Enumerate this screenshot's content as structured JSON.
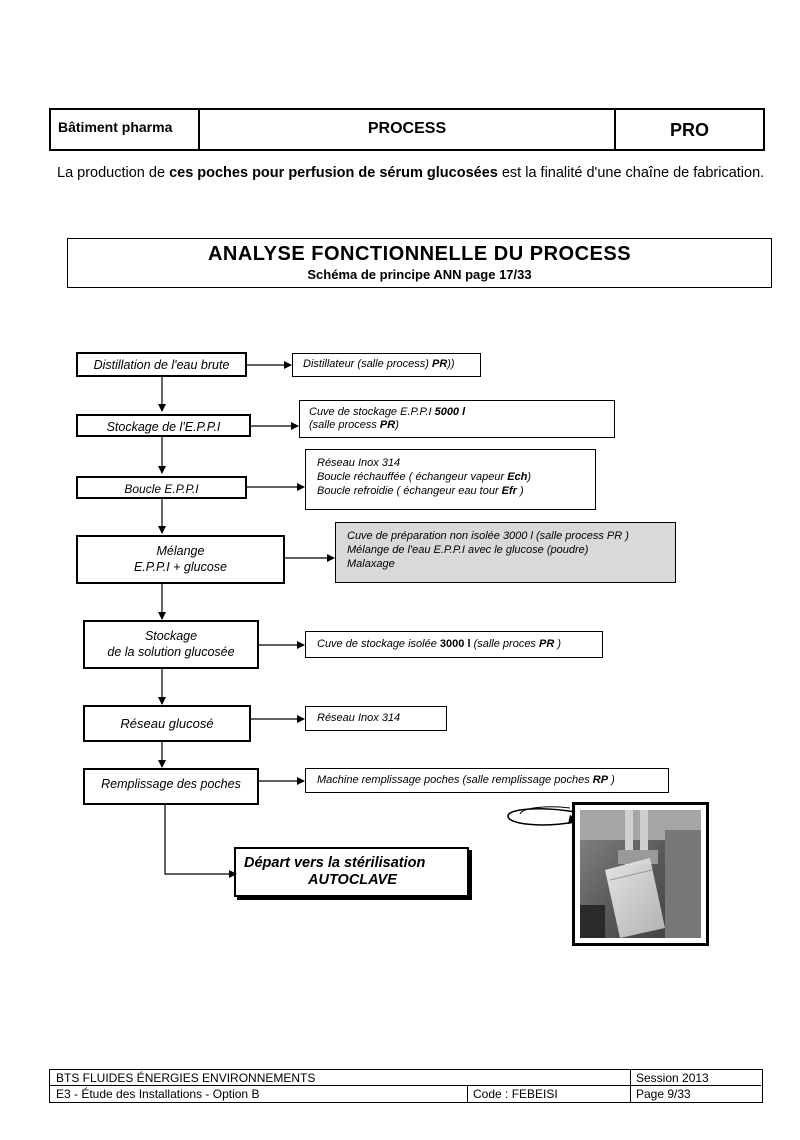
{
  "header": {
    "left": "Bâtiment pharma",
    "center": "PROCESS",
    "right": "PRO"
  },
  "intro": {
    "part1": "La production de ",
    "bold": "ces poches pour perfusion de sérum glucosées",
    "part2": " est la finalité d'une chaîne de fabrication."
  },
  "analysis": {
    "title": "ANALYSE FONCTIONNELLE DU PROCESS",
    "subtitle": "Schéma de principe ANN page 17/33"
  },
  "steps": {
    "s1": "Distillation de l'eau brute",
    "s2": "Stockage de l'E.P.P.I",
    "s3": "Boucle E.P.P.I",
    "s4a": "Mélange",
    "s4b": "E.P.P.I  +  glucose",
    "s5a": "Stockage",
    "s5b": "de la solution glucosée",
    "s6": "Réseau glucosé",
    "s7": "Remplissage des poches"
  },
  "notes": {
    "n1a": "Distillateur (salle process) ",
    "n1b": "PR",
    "n1c": "))",
    "n2a": "Cuve de stockage E.P.P.I  ",
    "n2b": "5000 l",
    "n2c": "(salle process ",
    "n2d": "PR",
    "n2e": ")",
    "n3a": "Réseau Inox 314",
    "n3b": "Boucle réchauffée  ( échangeur vapeur  ",
    "n3c": "Ech",
    "n3d": ")",
    "n3e": "Boucle refroidie  ( échangeur eau tour ",
    "n3f": "Efr",
    "n3g": " )",
    "n4a": "Cuve de préparation non isolée 3000 l (salle process PR )",
    "n4b": "Mélange de l'eau E.P.P.I  avec le glucose (poudre)",
    "n4c": "Malaxage",
    "n5a": "Cuve de stockage isolée ",
    "n5b": "3000 l",
    "n5c": " (salle proces ",
    "n5d": "PR",
    "n5e": " )",
    "n6": "Réseau Inox 314",
    "n7a": "Machine remplissage poches (salle remplissage poches  ",
    "n7b": "RP",
    "n7c": " )"
  },
  "depart": {
    "line1": "Départ vers la stérilisation",
    "line2": "AUTOCLAVE"
  },
  "footer": {
    "r1c1": "BTS FLUIDES ÉNERGIES ENVIRONNEMENTS",
    "r1c3": "Session 2013",
    "r2c1": "E3 - Étude des Installations  -  Option B",
    "r2c2": "Code : FEBEISI",
    "r2c3": "Page 9/33"
  },
  "colors": {
    "note4_bg": "#d9d9d9"
  }
}
